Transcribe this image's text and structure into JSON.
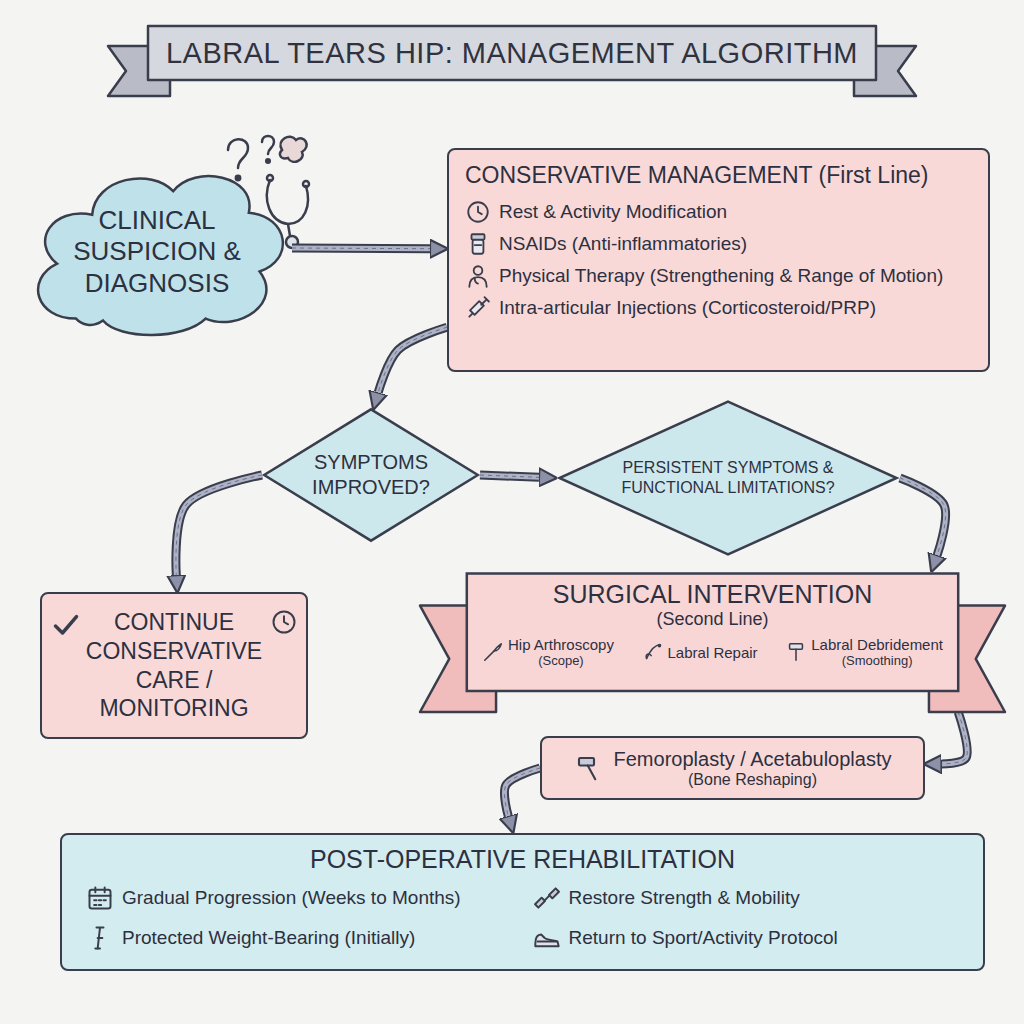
{
  "diagram": {
    "title": "LABRAL TEARS HIP: MANAGEMENT ALGORITHM",
    "nodes": [
      {
        "text": [
          "CLINICAL SUSPICION & DIAGNOSIS"
        ]
      },
      {
        "text": [
          "CONSERVATIVE MANAGEMENT (First Line)",
          "Rest & Activity Modification",
          "NSAIDs (Anti-inflammatories)",
          "Physical Therapy (Strengthening & Range of Motion)",
          "Intra-articular Injections (Corticosteroid/PRP)"
        ]
      },
      {
        "text": [
          "SYMPTOMS IMPROVED?"
        ]
      },
      {
        "text": [
          "PERSISTENT SYMPTOMS & FUNCTIONAL LIMITATIONS?"
        ]
      },
      {
        "text": [
          "CONTINUE CONSERVATIVE CARE / MONITORING"
        ]
      },
      {
        "text": [
          "SURGICAL INTERVENTION",
          "(Second Line)",
          "Hip Arthroscopy",
          "(Scope)",
          "Labral Repair",
          "Labral Debridement",
          "(Smoothing)"
        ]
      },
      {
        "text": [
          "Femoroplasty / Acetabuloplasty",
          "(Bone Reshaping)"
        ]
      },
      {
        "text": [
          "POST-OPERATIVE REHABILITATION",
          "Gradual Progression (Weeks to Months)",
          "Restore Strength & Mobility",
          "Protected Weight-Bearing (Initially)",
          "Return to Sport/Activity Protocol"
        ]
      }
    ],
    "edges": [
      {
        "from": 0,
        "to": 1,
        "arrow": "to"
      },
      {
        "from": 1,
        "to": 2,
        "arrow": "to"
      },
      {
        "from": 2,
        "to": 3,
        "arrow": "to"
      },
      {
        "from": 2,
        "to": 4,
        "arrow": "to"
      },
      {
        "from": 3,
        "to": 5,
        "arrow": "to"
      },
      {
        "from": 5,
        "to": 6,
        "arrow": "to"
      },
      {
        "from": 6,
        "to": 7,
        "arrow": "to"
      }
    ]
  }
}
